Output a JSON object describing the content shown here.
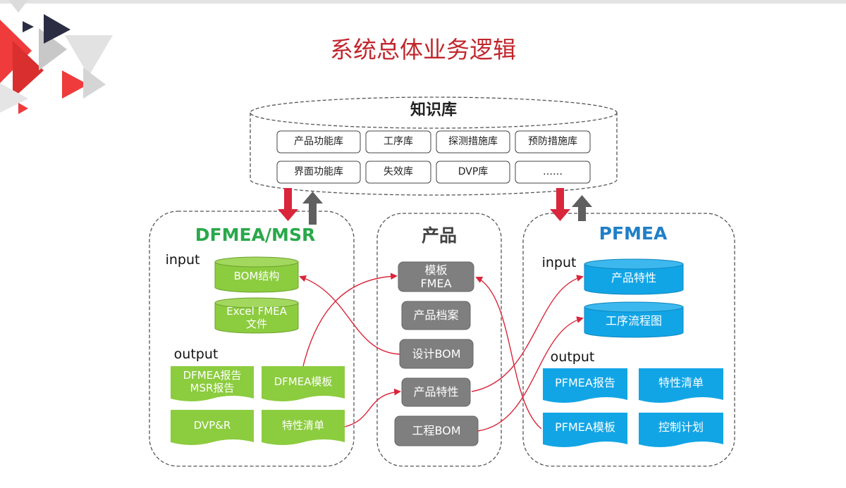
{
  "title": "系统总体业务逻辑",
  "knowledge_base": {
    "title": "知识库",
    "items": [
      "产品功能库",
      "工序库",
      "探测措施库",
      "预防措施库",
      "界面功能库",
      "失效库",
      "DVP库",
      "……"
    ]
  },
  "dfmea": {
    "title": "DFMEA/MSR",
    "input_label": "input",
    "inputs": [
      "BOM结构",
      "Excel FMEA\n文件"
    ],
    "output_label": "output",
    "outputs": [
      "DFMEA报告\nMSR报告",
      "DFMEA模板",
      "DVP&R",
      "特性清单"
    ]
  },
  "product": {
    "title": "产品",
    "items": [
      "模板\nFMEA",
      "产品档案",
      "设计BOM",
      "产品特性",
      "工程BOM"
    ]
  },
  "pfmea": {
    "title": "PFMEA",
    "input_label": "input",
    "inputs": [
      "产品特性",
      "工序流程图"
    ],
    "output_label": "output",
    "outputs": [
      "PFMEA报告",
      "特性清单",
      "PFMEA模板",
      "控制计划"
    ]
  },
  "colors": {
    "title": "#c1272d",
    "dfmea_title": "#2aa84a",
    "pfmea_title": "#1f7fc8",
    "green_fill": "#8ccc3f",
    "blue_fill": "#12a5e6",
    "gray_fill": "#7f7f7f",
    "link_line": "#d9263a",
    "down_arrow": "#d9263a",
    "up_arrow": "#5f5f5f"
  }
}
